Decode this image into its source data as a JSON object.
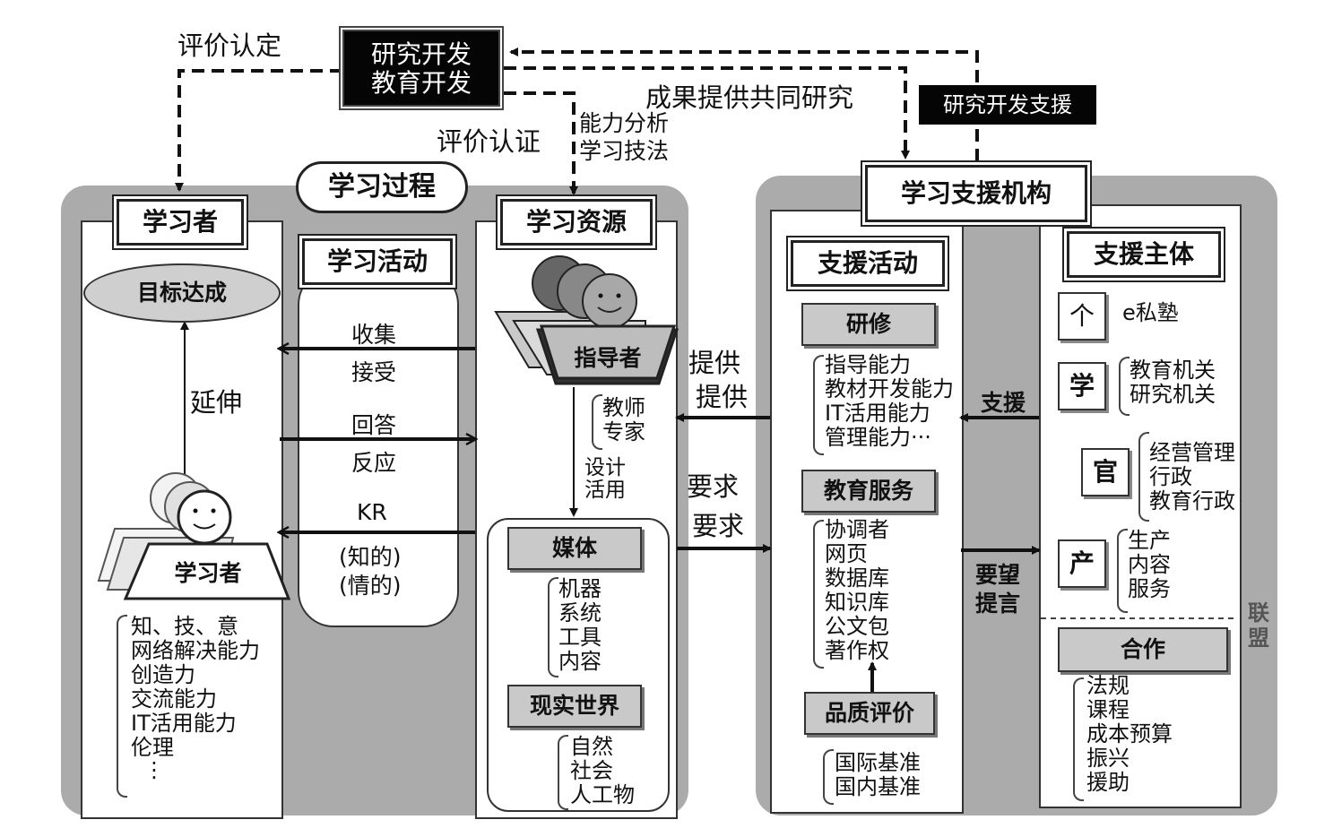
{
  "top": {
    "rd_box": [
      "研究开发",
      "教育开发"
    ],
    "eval_recognize": "评价认定",
    "eval_certify": "评价认证",
    "results": "成果提供共同研究",
    "rd_support": "研究开发支援",
    "ability": [
      "能力分析",
      "学习技法"
    ]
  },
  "learning_process": "学习过程",
  "learner": {
    "title": "学习者",
    "goal": "目标达成",
    "extend": "延伸",
    "figure_label": "学习者",
    "attributes": [
      "知、技、意",
      "网络解决能力",
      "创造力",
      "交流能力",
      "IT活用能力",
      "伦理",
      "⋮"
    ]
  },
  "activity": {
    "title": "学习活动",
    "collect": "收集",
    "accept": "接受",
    "answer": "回答",
    "react": "反应",
    "kr": "KR",
    "cognitive": "(知的)",
    "affective": "(情的)"
  },
  "resources": {
    "title": "学习资源",
    "instructor": "指导者",
    "instructor_list": [
      "教师",
      "专家"
    ],
    "design": [
      "设计",
      "活用"
    ],
    "media": "媒体",
    "media_list": [
      "机器",
      "系统",
      "工具",
      "内容"
    ],
    "real_world": "现实世界",
    "real_world_list": [
      "自然",
      "社会",
      "人工物"
    ]
  },
  "middle": {
    "provide1": "提供",
    "provide2": "提供",
    "request1": "要求",
    "request2": "要求"
  },
  "support_org": {
    "title": "学习支援机构",
    "activities_title": "支援活动",
    "training": "研修",
    "training_list": [
      "指导能力",
      "教材开发能力",
      "IT活用能力",
      "管理能力···"
    ],
    "edu_service": "教育服务",
    "edu_service_list": [
      "协调者",
      "网页",
      "数据库",
      "知识库",
      "公文包",
      "著作权"
    ],
    "quality": "品质评价",
    "quality_list": [
      "国际基准",
      "国内基准"
    ],
    "support": "支援",
    "wishes": [
      "要望",
      "提言"
    ],
    "subjects_title": "支援主体",
    "individual": "个",
    "individual_list": [
      "e私塾"
    ],
    "academia": "学",
    "academia_list": [
      "教育机关",
      "研究机关"
    ],
    "government": "官",
    "government_list": [
      "经营管理",
      "行政",
      "教育行政"
    ],
    "industry": "产",
    "industry_list": [
      "生产",
      "内容",
      "服务"
    ],
    "cooperation": "合作",
    "cooperation_list": [
      "法规",
      "课程",
      "成本预算",
      "振兴",
      "援助"
    ],
    "alliance": [
      "联",
      "盟"
    ]
  }
}
